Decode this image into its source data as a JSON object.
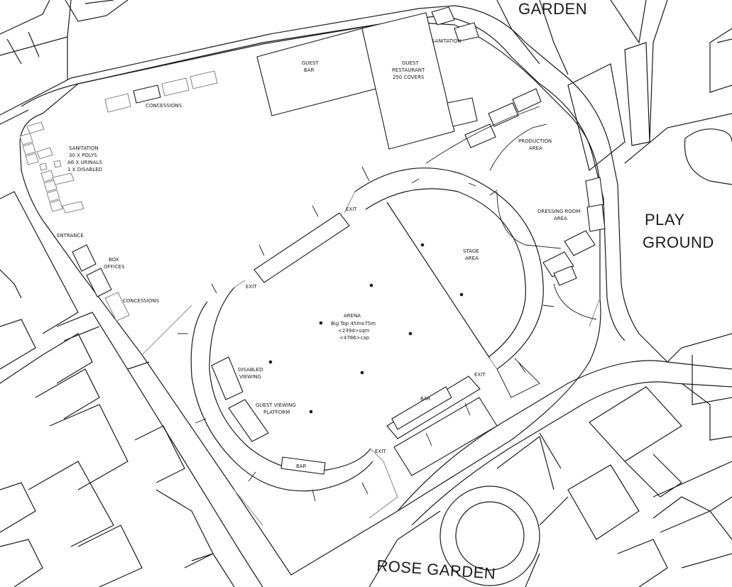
{
  "place_labels": {
    "garden_top": "GARDEN",
    "play": "PLAY",
    "ground": "GROUND",
    "rose_garden": "ROSE GARDEN"
  },
  "labels": {
    "sanitation_top": "SANITATION",
    "guest_bar_1": "GUEST",
    "guest_bar_2": "BAR",
    "restaurant_1": "GUEST",
    "restaurant_2": "RESTAURANT",
    "restaurant_3": "250 COVERS",
    "concessions_top": "CONCESSIONS",
    "sanitation_left_1": "SANITATION",
    "sanitation_left_2": "30 X POLYS",
    "sanitation_left_3": "A6 X URINALS",
    "sanitation_left_4": "1 X DISABLED",
    "production_1": "PRODUCTION",
    "production_2": "AREA",
    "dressing_1": "DRESSING ROOM",
    "dressing_2": "AREA",
    "entrance": "ENTRANCE",
    "box_offices_1": "BOX",
    "box_offices_2": "OFFICES",
    "concessions_left": "CONCESSIONS",
    "exit_top": "EXIT",
    "exit_left": "EXIT",
    "exit_right": "EXIT",
    "exit_bottom": "EXIT",
    "stage_1": "STAGE",
    "stage_2": "AREA",
    "arena_1": "ARENA",
    "arena_2": "Big Top 45mx75m",
    "arena_3": "<2394>sqm",
    "arena_4": "<4786>cap",
    "disabled_1": "DISABLED",
    "disabled_2": "VIEWING",
    "platform_1": "GUEST VIEWING",
    "platform_2": "PLATFORM",
    "bar_right": "BAR",
    "bar_bottom": "BAR"
  },
  "colors": {
    "ink": "#1a1a1a",
    "boundary_grey": "#9a9a9a",
    "paper": "#ffffff"
  }
}
